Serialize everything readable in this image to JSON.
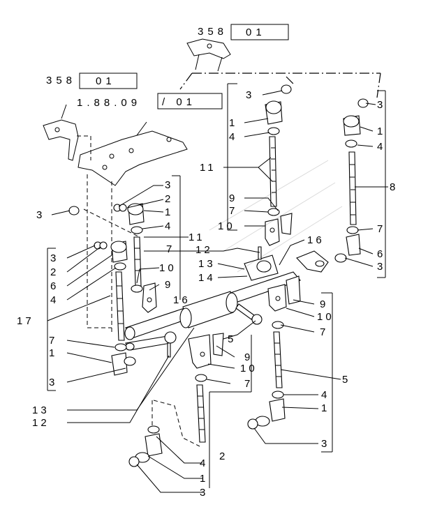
{
  "references": {
    "ref_top": "358",
    "ref_top_box": "01",
    "ref_left": "358",
    "ref_left_box": "01",
    "ref_group": "1.88.09",
    "ref_group_box": "/ 01"
  },
  "callouts": {
    "c1": "3",
    "c2": "3",
    "c3": "1",
    "c4": "4",
    "c5": "1",
    "c6": "4",
    "c7": "11",
    "c8": "8",
    "c9": "3",
    "c10": "2",
    "c11": "1",
    "c12": "4",
    "c13": "9",
    "c14": "7",
    "c15": "10",
    "c16": "7",
    "c17": "6",
    "c18": "3",
    "c19": "3",
    "c20": "11",
    "c21": "12",
    "c22": "16",
    "c23": "3",
    "c24": "2",
    "c25": "6",
    "c26": "4",
    "c27": "7",
    "c28": "10",
    "c29": "9",
    "c30": "13",
    "c31": "14",
    "c32": "16",
    "c33": "9",
    "c34": "10",
    "c35": "7",
    "c36": "17",
    "c37": "7",
    "c38": "1",
    "c39": "5",
    "c40": "9",
    "c41": "10",
    "c42": "5",
    "c43": "7",
    "c44": "4",
    "c45": "1",
    "c46": "3",
    "c47": "3",
    "c48": "13",
    "c49": "12",
    "c50": "4",
    "c51": "2",
    "c52": "1",
    "c53": "3"
  }
}
